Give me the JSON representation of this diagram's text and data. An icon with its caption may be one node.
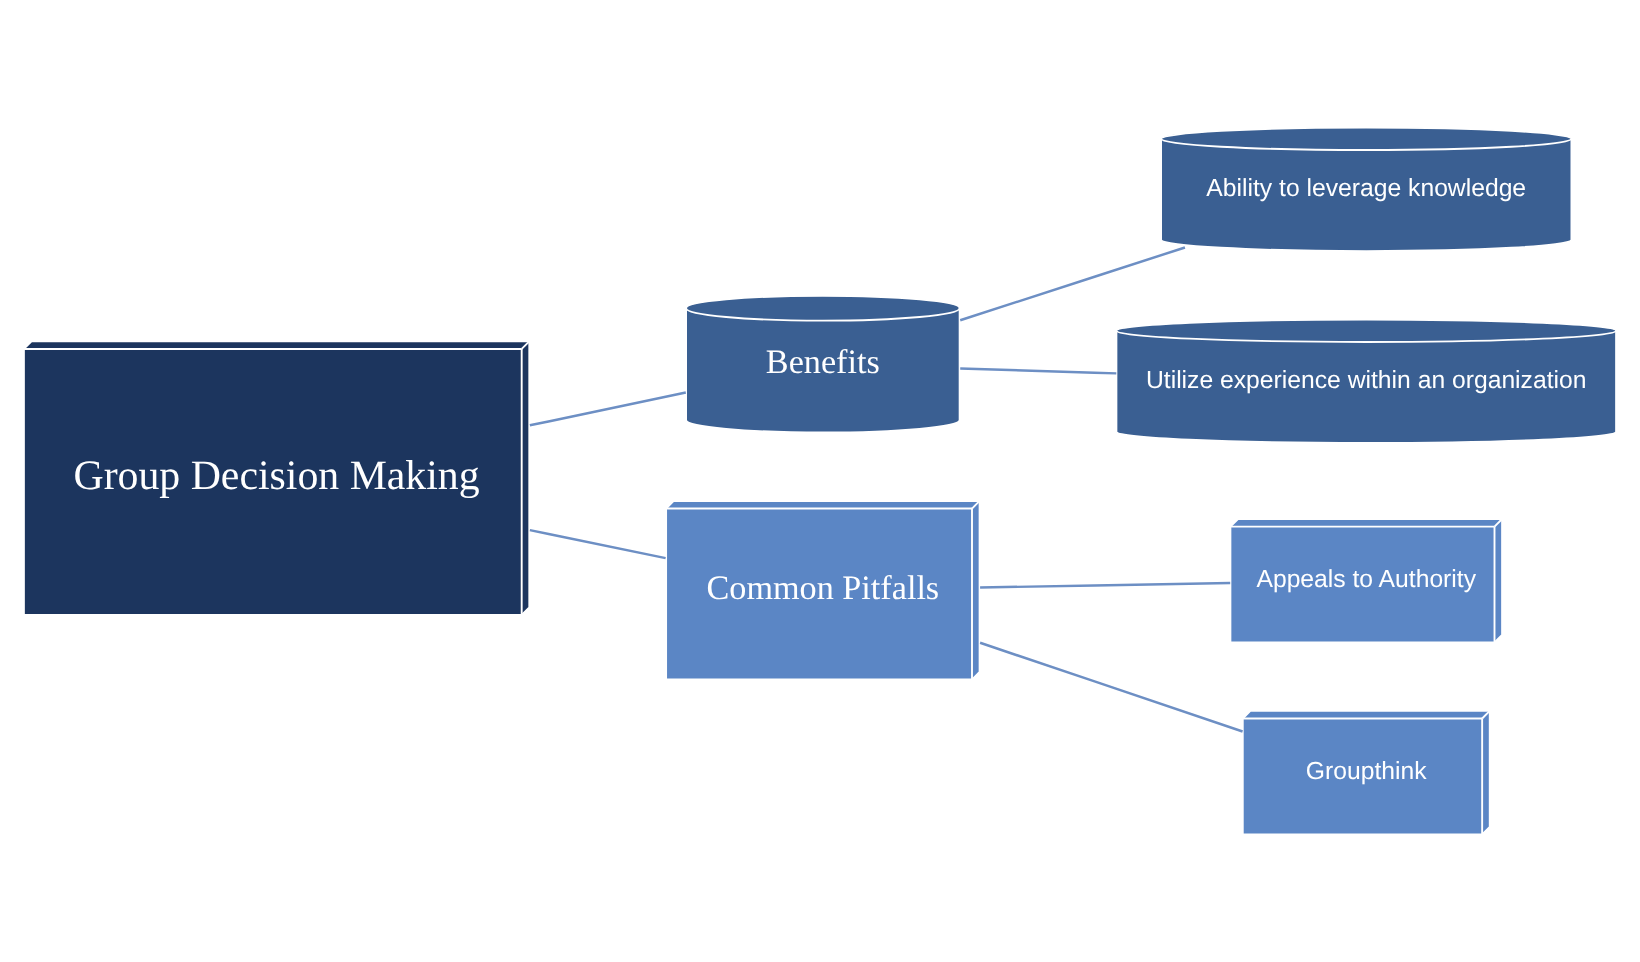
{
  "diagram": {
    "nodes": [
      {
        "text": [
          "Group Decision Making"
        ]
      },
      {
        "text": [
          "Benefits"
        ]
      },
      {
        "text": [
          "Common Pitfalls"
        ]
      },
      {
        "text": [
          "Ability to leverage knowledge"
        ]
      },
      {
        "text": [
          "Utilize experience within an organization"
        ]
      },
      {
        "text": [
          "Appeals to Authority"
        ]
      },
      {
        "text": [
          "Groupthink"
        ]
      }
    ],
    "edges": [
      {
        "from": 0,
        "to": 1,
        "arrow": "none"
      },
      {
        "from": 0,
        "to": 2,
        "arrow": "none"
      },
      {
        "from": 1,
        "to": 3,
        "arrow": "none"
      },
      {
        "from": 1,
        "to": 4,
        "arrow": "none"
      },
      {
        "from": 2,
        "to": 5,
        "arrow": "none"
      },
      {
        "from": 2,
        "to": 6,
        "arrow": "none"
      }
    ]
  }
}
